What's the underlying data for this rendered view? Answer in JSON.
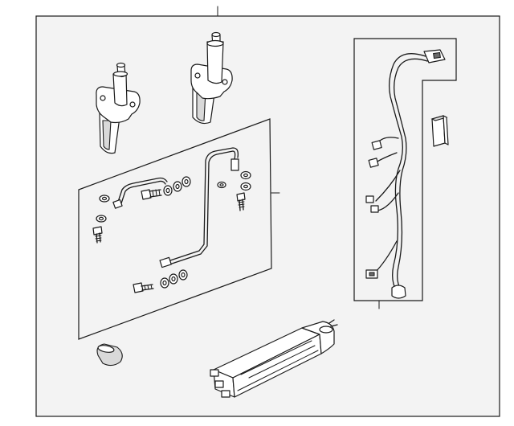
{
  "figure": {
    "type": "exploded-parts-diagram",
    "colors": {
      "background": "#ffffff",
      "panel": "#f3f3f3",
      "ink": "#1a1a1a",
      "part_fill": "#ffffff",
      "part_shade": "#d9d9d9"
    },
    "parts": [
      "lift-cylinder-left",
      "lift-cylinder-right",
      "hydraulic-line-kit",
      "wiring-harness",
      "connector-block",
      "rubber-bumper",
      "pump-motor-assembly"
    ]
  }
}
